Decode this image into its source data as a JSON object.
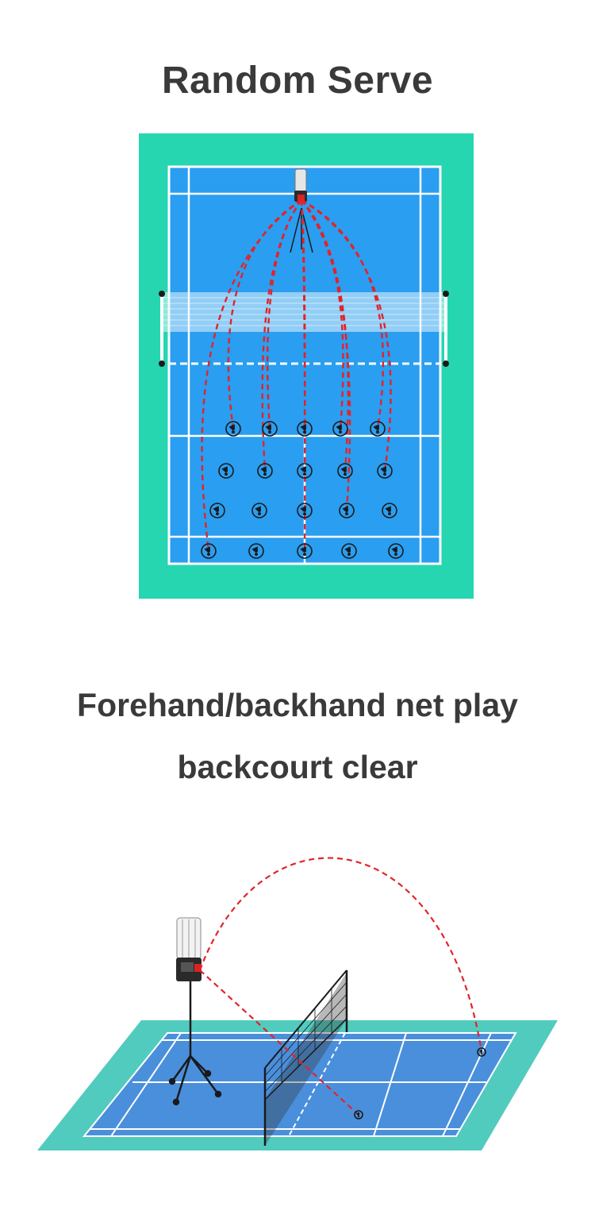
{
  "section_1": {
    "title": "Random Serve"
  },
  "section_2": {
    "title_line_1": "Forehand/backhand net play",
    "title_line_2": "backcourt clear"
  },
  "colors": {
    "surround": "#26d6b0",
    "court_top": "#2a9ef0",
    "court_persp": "#4a8fdc",
    "surround_persp": "#52cbbf",
    "lines": "#ffffff",
    "trajectory": "#e3232a"
  },
  "icons": [
    "shuttlecock-target-icon",
    "shuttle-launcher-icon",
    "tripod-icon",
    "net-icon"
  ]
}
